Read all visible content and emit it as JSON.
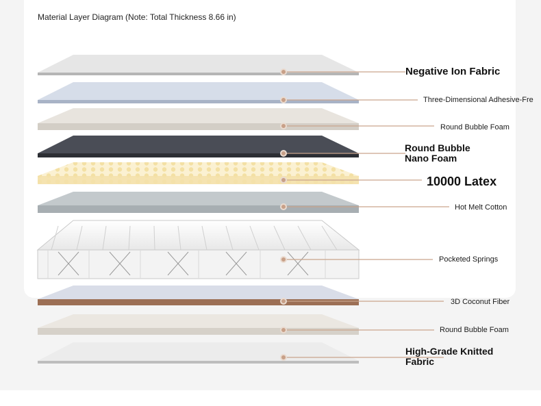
{
  "title": "Material Layer Diagram (Note: Total Thickness 8.66 in)",
  "colors": {
    "leader": "#c9a48c",
    "dot": "#c8a088"
  },
  "layers": [
    {
      "label": "Negative Ion Fabric"
    },
    {
      "label": "Three-Dimensional Adhesive-Fre"
    },
    {
      "label": "Round Bubble Foam"
    },
    {
      "label": "Round Bubble\nNano Foam"
    },
    {
      "label": "10000 Latex"
    },
    {
      "label": "Hot Melt Cotton"
    },
    {
      "label": "Pocketed Springs"
    },
    {
      "label": "3D Coconut Fiber"
    },
    {
      "label": "Round Bubble Foam"
    },
    {
      "label": "High-Grade Knitted\nFabric"
    }
  ]
}
